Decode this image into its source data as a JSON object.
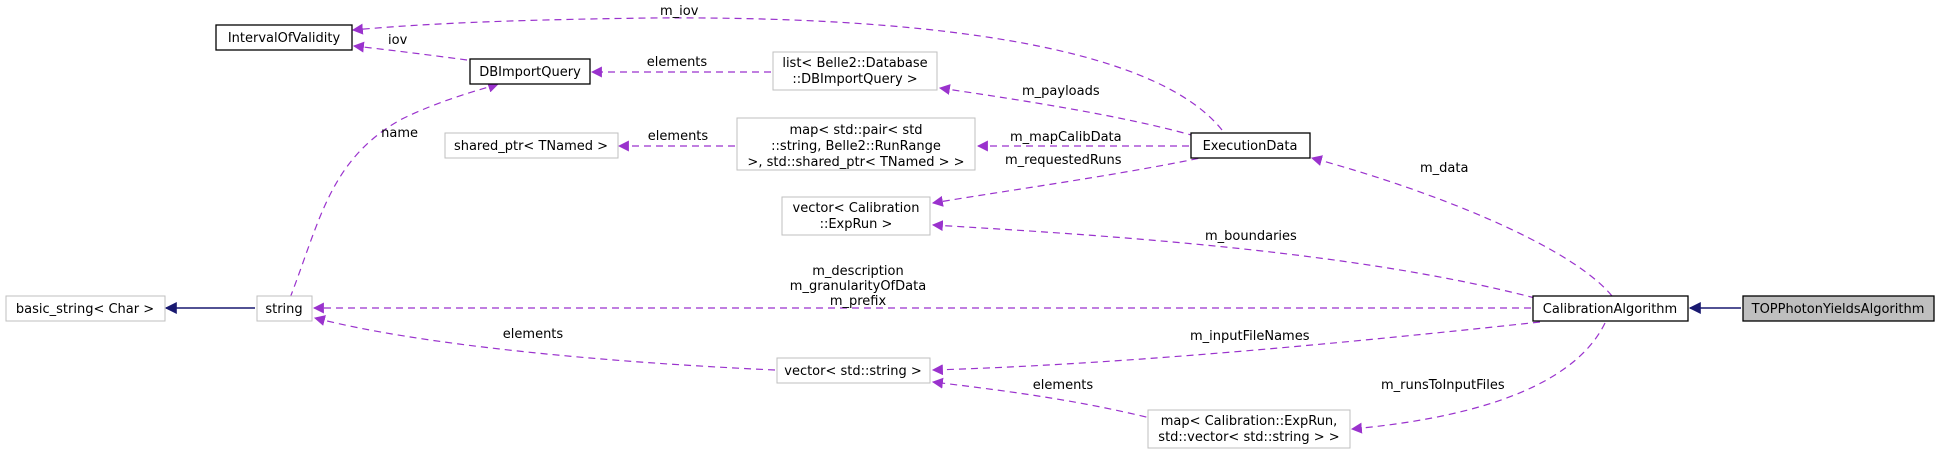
{
  "colors": {
    "usage_edge": "#9a32cd",
    "inheritance_edge": "#191970",
    "focus_fill": "#bfbfbf",
    "muted_border": "#bfbfbf"
  },
  "nodes": {
    "interval_of_validity": "IntervalOfValidity",
    "db_import_query": "DBImportQuery",
    "list_db_import_query": [
      "list< Belle2::Database",
      "::DBImportQuery >"
    ],
    "shared_ptr_tnamed": "shared_ptr< TNamed >",
    "map_calib_data": [
      "map< std::pair< std",
      "::string, Belle2::RunRange",
      " >, std::shared_ptr< TNamed > >"
    ],
    "execution_data": "ExecutionData",
    "vector_exprun": [
      "vector< Calibration",
      "::ExpRun >"
    ],
    "basic_string": "basic_string< Char >",
    "string": "string",
    "calibration_algorithm": "CalibrationAlgorithm",
    "top_photon_yields": "TOPPhotonYieldsAlgorithm",
    "vector_string": "vector< std::string >",
    "map_runs_files": [
      "map< Calibration::ExpRun,",
      "std::vector< std::string > >"
    ]
  },
  "edge_labels": {
    "m_iov": "m_iov",
    "iov": "iov",
    "elements_list": "elements",
    "m_payloads": "m_payloads",
    "name": "name",
    "elements_shared": "elements",
    "m_mapCalibData": "m_mapCalibData",
    "m_requestedRuns": "m_requestedRuns",
    "m_data": "m_data",
    "m_boundaries": "m_boundaries",
    "m_description": "m_description",
    "m_granularityOfData": "m_granularityOfData",
    "m_prefix": "m_prefix",
    "elements_vecstr": "elements",
    "m_inputFileNames": "m_inputFileNames",
    "elements_map": "elements",
    "m_runsToInputFiles": "m_runsToInputFiles"
  }
}
